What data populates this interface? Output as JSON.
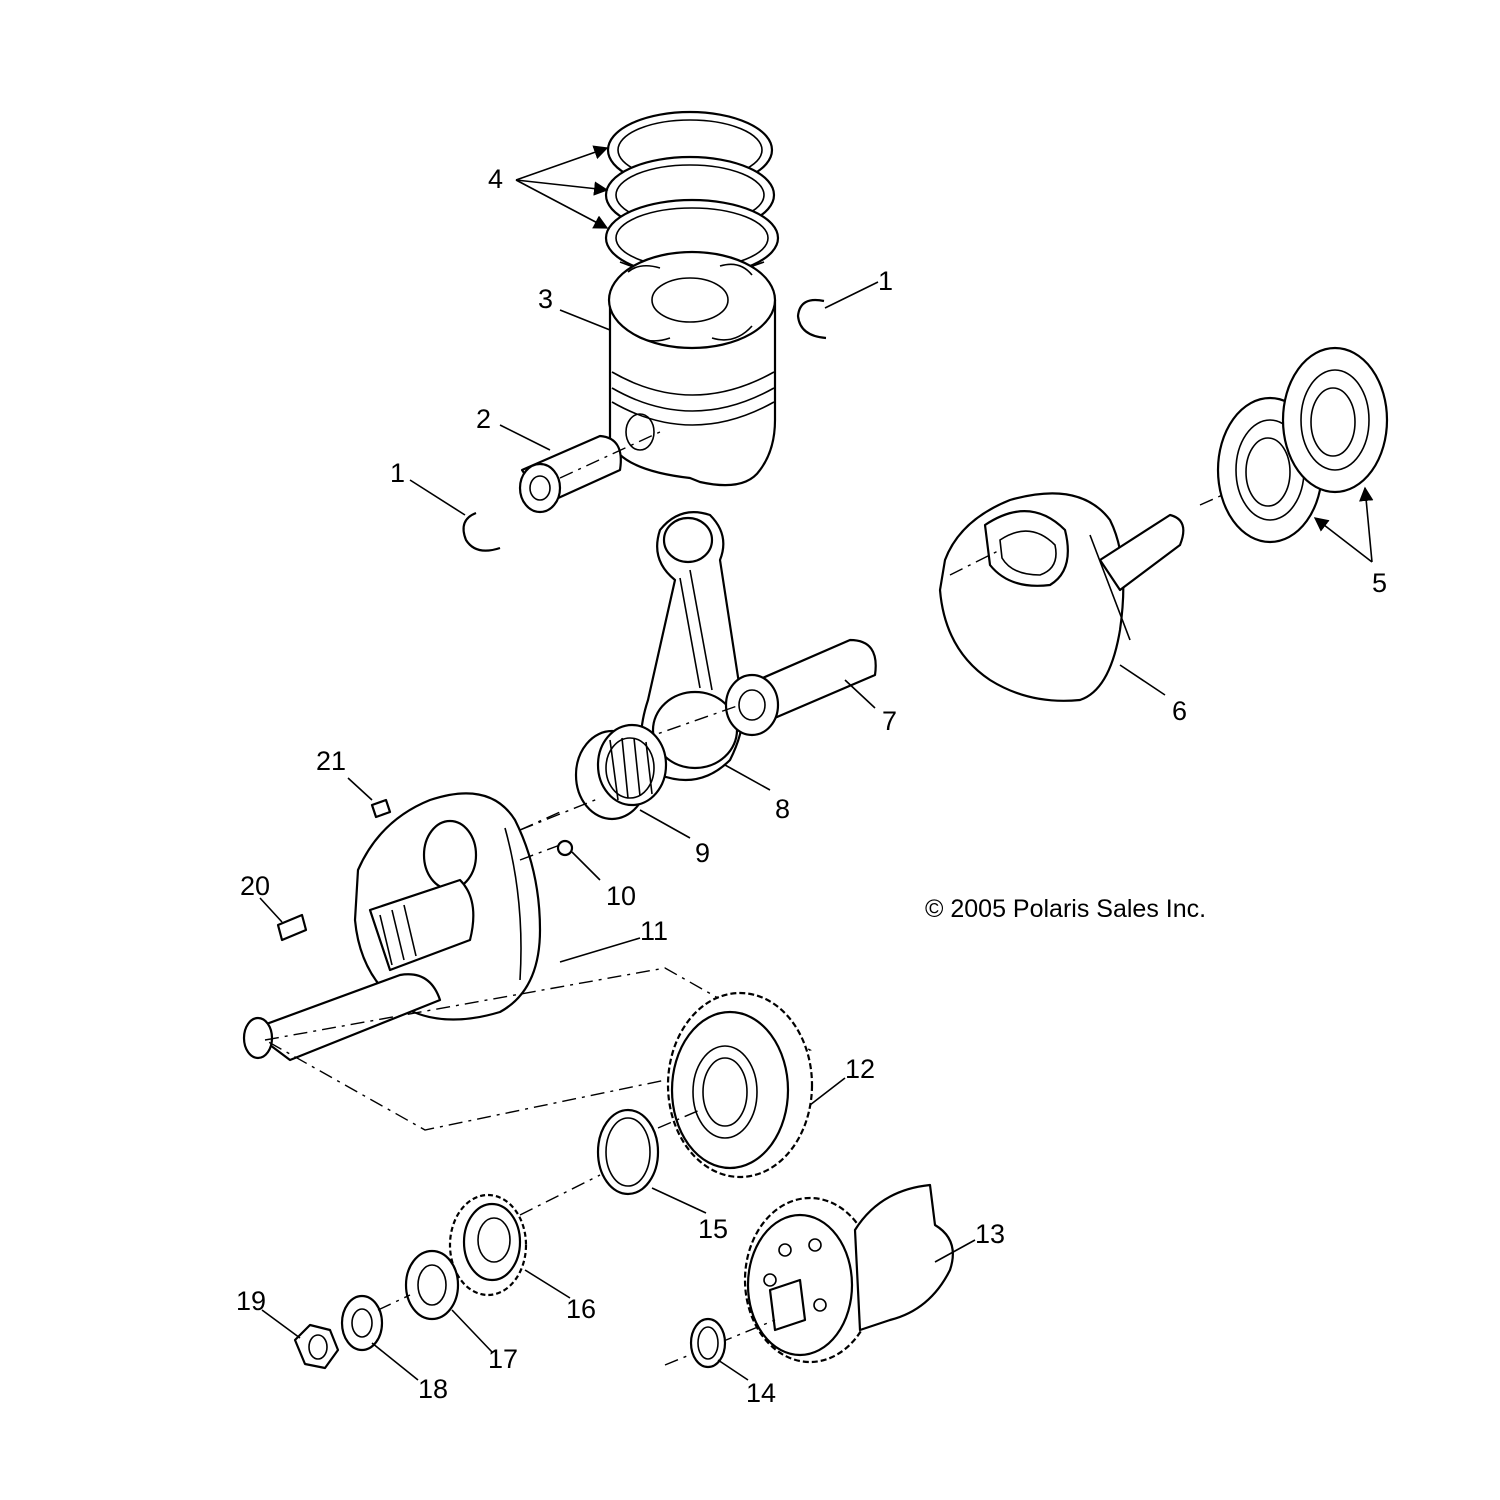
{
  "copyright": "© 2005 Polaris Sales Inc.",
  "callouts": [
    {
      "id": "1a",
      "label": "1"
    },
    {
      "id": "1b",
      "label": "1"
    },
    {
      "id": "2",
      "label": "2"
    },
    {
      "id": "3",
      "label": "3"
    },
    {
      "id": "4",
      "label": "4"
    },
    {
      "id": "5",
      "label": "5"
    },
    {
      "id": "6",
      "label": "6"
    },
    {
      "id": "7",
      "label": "7"
    },
    {
      "id": "8",
      "label": "8"
    },
    {
      "id": "9",
      "label": "9"
    },
    {
      "id": "10",
      "label": "10"
    },
    {
      "id": "11",
      "label": "11"
    },
    {
      "id": "12",
      "label": "12"
    },
    {
      "id": "13",
      "label": "13"
    },
    {
      "id": "14",
      "label": "14"
    },
    {
      "id": "15",
      "label": "15"
    },
    {
      "id": "16",
      "label": "16"
    },
    {
      "id": "17",
      "label": "17"
    },
    {
      "id": "18",
      "label": "18"
    },
    {
      "id": "19",
      "label": "19"
    },
    {
      "id": "20",
      "label": "20"
    },
    {
      "id": "21",
      "label": "21"
    }
  ]
}
